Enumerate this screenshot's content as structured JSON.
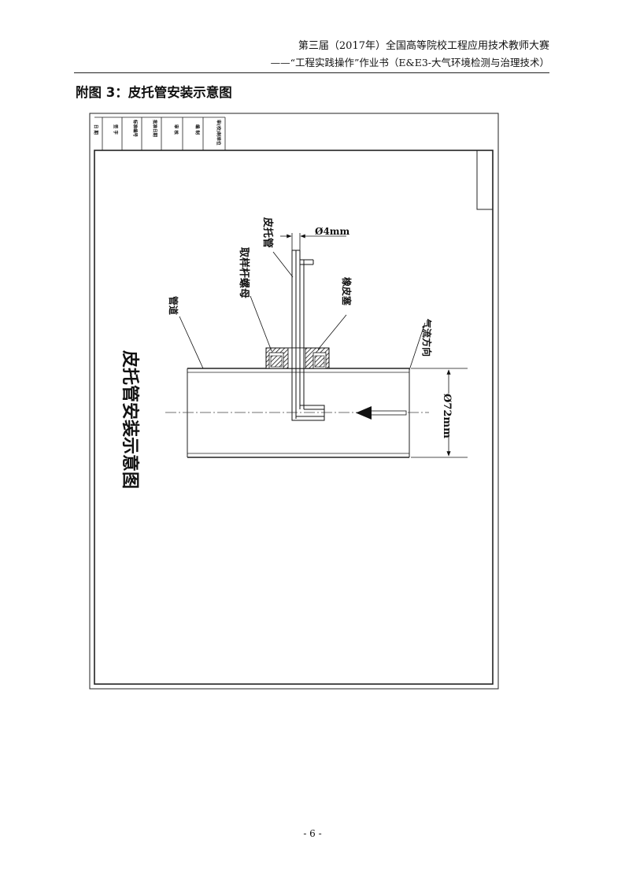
{
  "header": {
    "line1": "第三届（2017年）全国高等院校工程应用技术教师大赛",
    "line2": "——“工程实践操作”作业书（E&E3-大气环境检测与治理技术）"
  },
  "figure": {
    "title": "附图 3：皮托管安装示意图",
    "drawing_caption": "皮托管安装示意图",
    "labels": {
      "pitot_tube": "皮托管",
      "diameter_probe": "Ø4mm",
      "sampling_nut": "取样杆螺母",
      "rubber_plug": "橡皮塞",
      "pipe": "管道",
      "airflow_direction": "气流方向",
      "pipe_diameter": "Ø72mm"
    },
    "title_block": [
      "审(校)制单位",
      "编 制",
      "审 核",
      "批准日期",
      "标准编号",
      "签 字",
      "日 期"
    ]
  },
  "footer": {
    "page": "- 6 -"
  }
}
